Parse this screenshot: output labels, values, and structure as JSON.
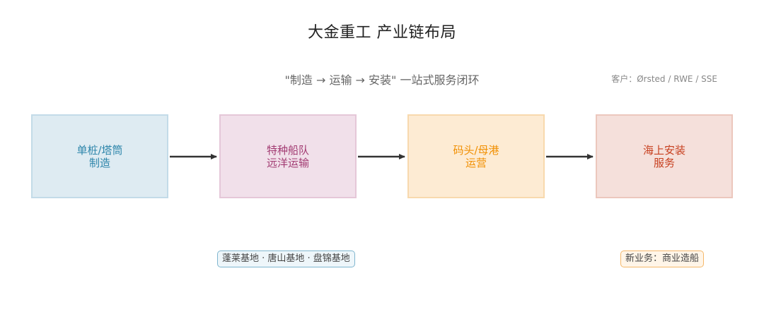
{
  "title": "大金重工 产业链布局",
  "subtitle": "\"制造 → 运输 → 安装\" 一站式服务闭环",
  "customers": "客户：Ørsted / RWE / SSE",
  "stages": [
    {
      "line1": "单桩/塔筒",
      "line2": "制造",
      "color": "#2e86ab"
    },
    {
      "line1": "特种船队",
      "line2": "远洋运输",
      "color": "#a23b72"
    },
    {
      "line1": "码头/母港",
      "line2": "运营",
      "color": "#f18f01"
    },
    {
      "line1": "海上安装",
      "line2": "服务",
      "color": "#c73e1d"
    }
  ],
  "tags": {
    "bases": "蓬莱基地 · 唐山基地 · 盘锦基地",
    "new_business": "新业务：商业造船"
  },
  "colors": {
    "arrow": "#333333"
  }
}
